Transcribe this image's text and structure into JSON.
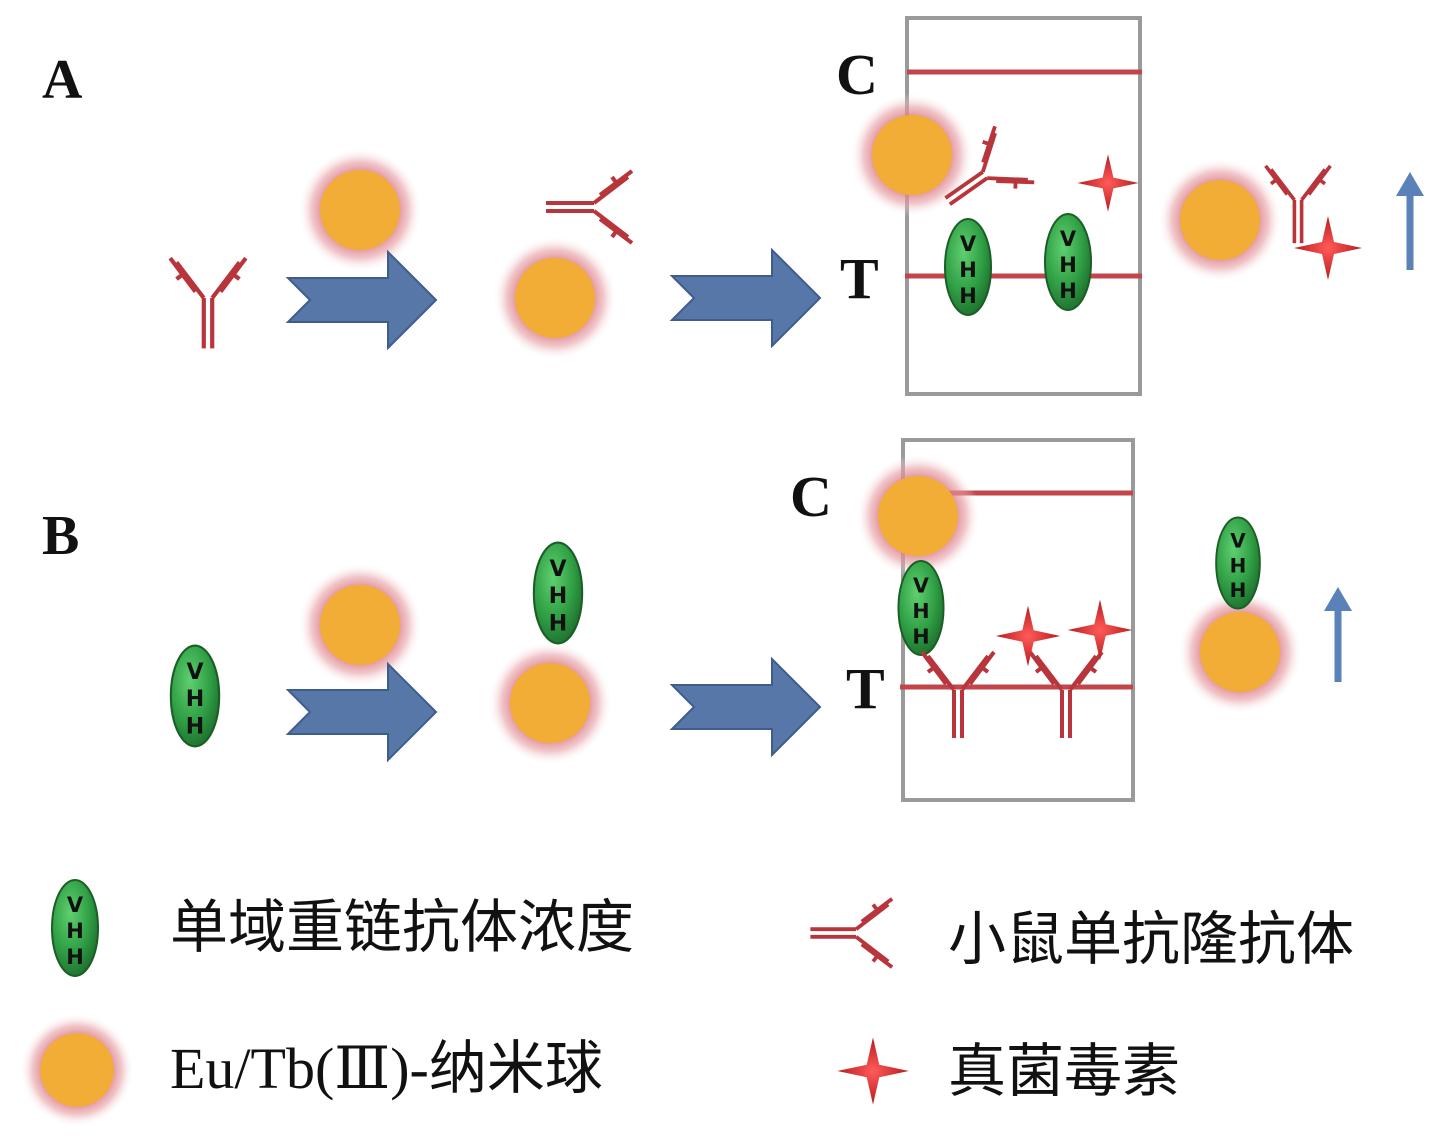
{
  "figure": {
    "panels": [
      {
        "id": "A",
        "label": "A",
        "strip": {
          "control_label": "C",
          "test_label": "T"
        }
      },
      {
        "id": "B",
        "label": "B",
        "strip": {
          "control_label": "C",
          "test_label": "T"
        }
      }
    ],
    "vhh_letters": [
      "V",
      "H",
      "H"
    ]
  },
  "legend": {
    "items": [
      {
        "icon": "vhh-ellipse-icon",
        "label": "单域重链抗体浓度"
      },
      {
        "icon": "mouse-antibody-icon",
        "label": "小鼠单抗隆抗体"
      },
      {
        "icon": "nanosphere-icon",
        "label": "Eu/Tb(Ⅲ)-纳米球"
      },
      {
        "icon": "mycotoxin-star-icon",
        "label": "真菌毒素"
      }
    ]
  },
  "colors": {
    "antibody": "#b8353c",
    "strip_line": "#c2454b",
    "strip_border": "#9a9a9a",
    "sphere_core": "#f1ad36",
    "sphere_glow": "#d9737c",
    "vhh_green": "#2f9e44",
    "arrow_blue": "#5677a8",
    "toxin_red": "#d42a2a"
  }
}
